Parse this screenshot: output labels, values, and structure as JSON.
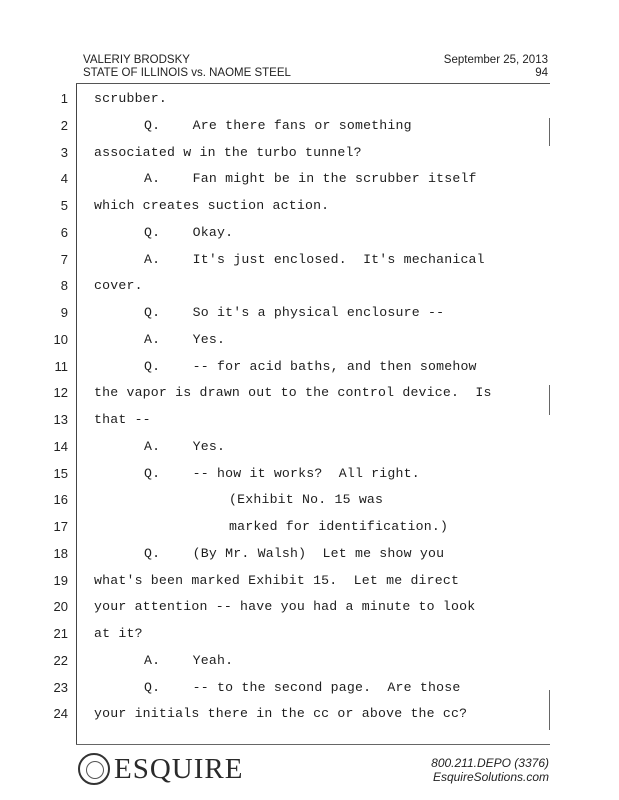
{
  "header": {
    "witness": "VALERIY BRODSKY",
    "case": "STATE OF ILLINOIS vs. NAOME STEEL",
    "date": "September 25, 2013",
    "page_number": "94"
  },
  "lines": [
    {
      "num": "1",
      "indent": 0,
      "text": "scrubber."
    },
    {
      "num": "2",
      "indent": 1,
      "text": "Q.    Are there fans or something"
    },
    {
      "num": "3",
      "indent": 0,
      "text": "associated w in the turbo tunnel?"
    },
    {
      "num": "4",
      "indent": 1,
      "text": "A.    Fan might be in the scrubber itself"
    },
    {
      "num": "5",
      "indent": 0,
      "text": "which creates suction action."
    },
    {
      "num": "6",
      "indent": 1,
      "text": "Q.    Okay."
    },
    {
      "num": "7",
      "indent": 1,
      "text": "A.    It's just enclosed.  It's mechanical"
    },
    {
      "num": "8",
      "indent": 0,
      "text": "cover."
    },
    {
      "num": "9",
      "indent": 1,
      "text": "Q.    So it's a physical enclosure --"
    },
    {
      "num": "10",
      "indent": 1,
      "text": "A.    Yes."
    },
    {
      "num": "11",
      "indent": 1,
      "text": "Q.    -- for acid baths, and then somehow"
    },
    {
      "num": "12",
      "indent": 0,
      "text": "the vapor is drawn out to the control device.  Is"
    },
    {
      "num": "13",
      "indent": 0,
      "text": "that --"
    },
    {
      "num": "14",
      "indent": 1,
      "text": "A.    Yes."
    },
    {
      "num": "15",
      "indent": 1,
      "text": "Q.    -- how it works?  All right."
    },
    {
      "num": "16",
      "indent": 2,
      "text": "(Exhibit No. 15 was"
    },
    {
      "num": "17",
      "indent": 2,
      "text": "marked for identification.)"
    },
    {
      "num": "18",
      "indent": 1,
      "text": "Q.    (By Mr. Walsh)  Let me show you"
    },
    {
      "num": "19",
      "indent": 0,
      "text": "what's been marked Exhibit 15.  Let me direct"
    },
    {
      "num": "20",
      "indent": 0,
      "text": "your attention -- have you had a minute to look"
    },
    {
      "num": "21",
      "indent": 0,
      "text": "at it?"
    },
    {
      "num": "22",
      "indent": 1,
      "text": "A.    Yeah."
    },
    {
      "num": "23",
      "indent": 1,
      "text": "Q.    -- to the second page.  Are those"
    },
    {
      "num": "24",
      "indent": 0,
      "text": "your initials there in the cc or above the cc?"
    }
  ],
  "footer": {
    "logo_text": "ESQUIRE",
    "phone": "800.211.DEPO (3376)",
    "website": "EsquireSolutions.com"
  }
}
